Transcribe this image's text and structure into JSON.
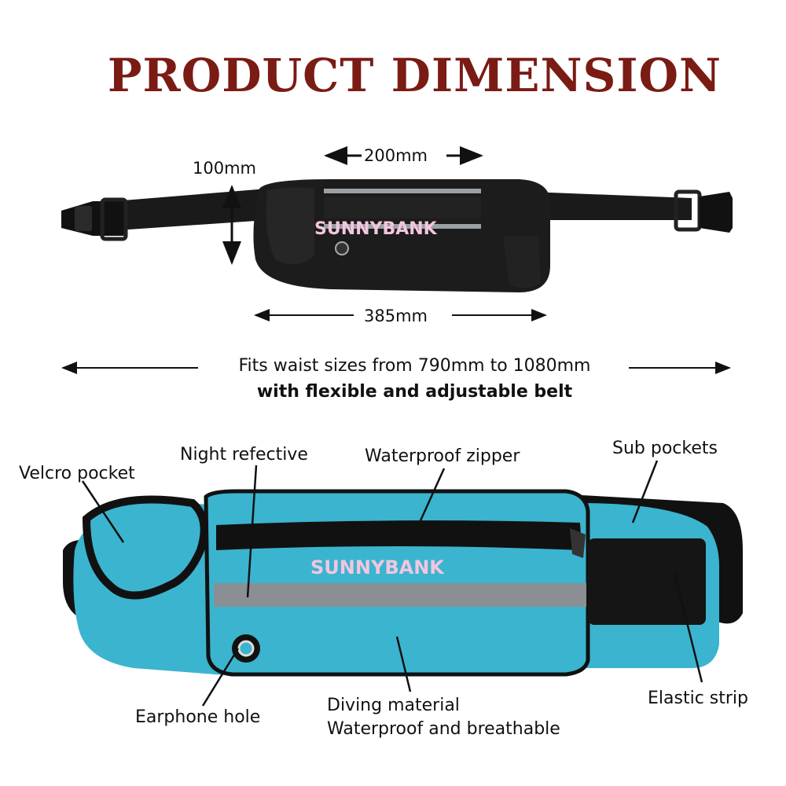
{
  "title": "PRODUCT DIMENSION",
  "dimensions": {
    "height": "100mm",
    "pouch_width": "200mm",
    "total_width": "385mm"
  },
  "waist_fit": {
    "line1": "Fits waist sizes from 790mm to 1080mm",
    "line2": "with flexible and adjustable belt"
  },
  "brand": "SUNNYBANK",
  "features": {
    "velcro_pocket": "Velcro pocket",
    "night_reflective": "Night refective",
    "waterproof_zipper": "Waterproof zipper",
    "sub_pockets": "Sub pockets",
    "elastic_strip": "Elastic strip",
    "earphone_hole": "Earphone hole",
    "diving_material_1": "Diving material",
    "diving_material_2": "Waterproof and breathable"
  },
  "colors": {
    "title": "#7a1b14",
    "belt_black": "#1a1a1a",
    "pouch_cyan": "#3bb4cf",
    "reflective_grey": "#8a8f94",
    "brand_pink": "#f2c6df"
  }
}
